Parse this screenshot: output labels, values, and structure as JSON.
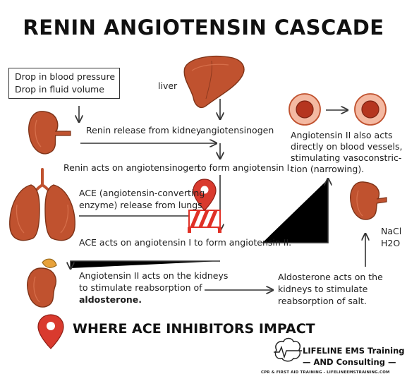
{
  "title": "RENIN ANGIOTENSIN CASCADE",
  "triggers": {
    "line1": "Drop in blood pressure",
    "line2": "Drop in fluid volume"
  },
  "labels": {
    "liver": "liver",
    "renin_release": "Renin release from kidney",
    "angiotensinogen": "angiotensinogen",
    "renin_acts": "Renin acts on angiotensinogen",
    "to_form_angiotensin_1": "to form angiotensin I.",
    "ace_release_1": "ACE (angiotensin-converting",
    "ace_release_2": "enzyme) release from lungs",
    "ace_acts": "ACE acts on angiotensin I to form angiotensin II.",
    "ang2_kidneys_1": "Angiotensin II acts on the kidneys",
    "ang2_kidneys_2": "to stimulate reabsorption of",
    "ang2_kidneys_3": "aldosterone.",
    "aldo_1": "Aldosterone acts on the",
    "aldo_2": "kidneys to stimulate",
    "aldo_3": "reabsorption of salt.",
    "vessels_1": "Angiotensin II also acts",
    "vessels_2": "directly on blood vessels,",
    "vessels_3": "stimulating vasoconstric-",
    "vessels_4": "tion (narrowing).",
    "nacl": "NaCl",
    "h2o": "H2O"
  },
  "legend": {
    "impact": "WHERE ACE INHIBITORS IMPACT"
  },
  "brand": {
    "name_line1": "LIFELINE EMS Training",
    "name_line2": "— AND Consulting —",
    "tagline": "CPR & FIRST AID TRAINING - LIFELINEEMSTRAINING.COM"
  },
  "icons": [
    "kidney-icon",
    "liver-icon",
    "lungs-icon",
    "blood-cell-icon",
    "map-pin-icon",
    "roadblock-icon",
    "brain-heartbeat-icon"
  ],
  "colors": {
    "organ": "#c0522f",
    "organ_dark": "#8e3a1f",
    "pin": "#d93a2e",
    "cell_outer": "#f4b9a2",
    "cell_inner": "#b5351f",
    "barrier_red": "#e03127"
  }
}
